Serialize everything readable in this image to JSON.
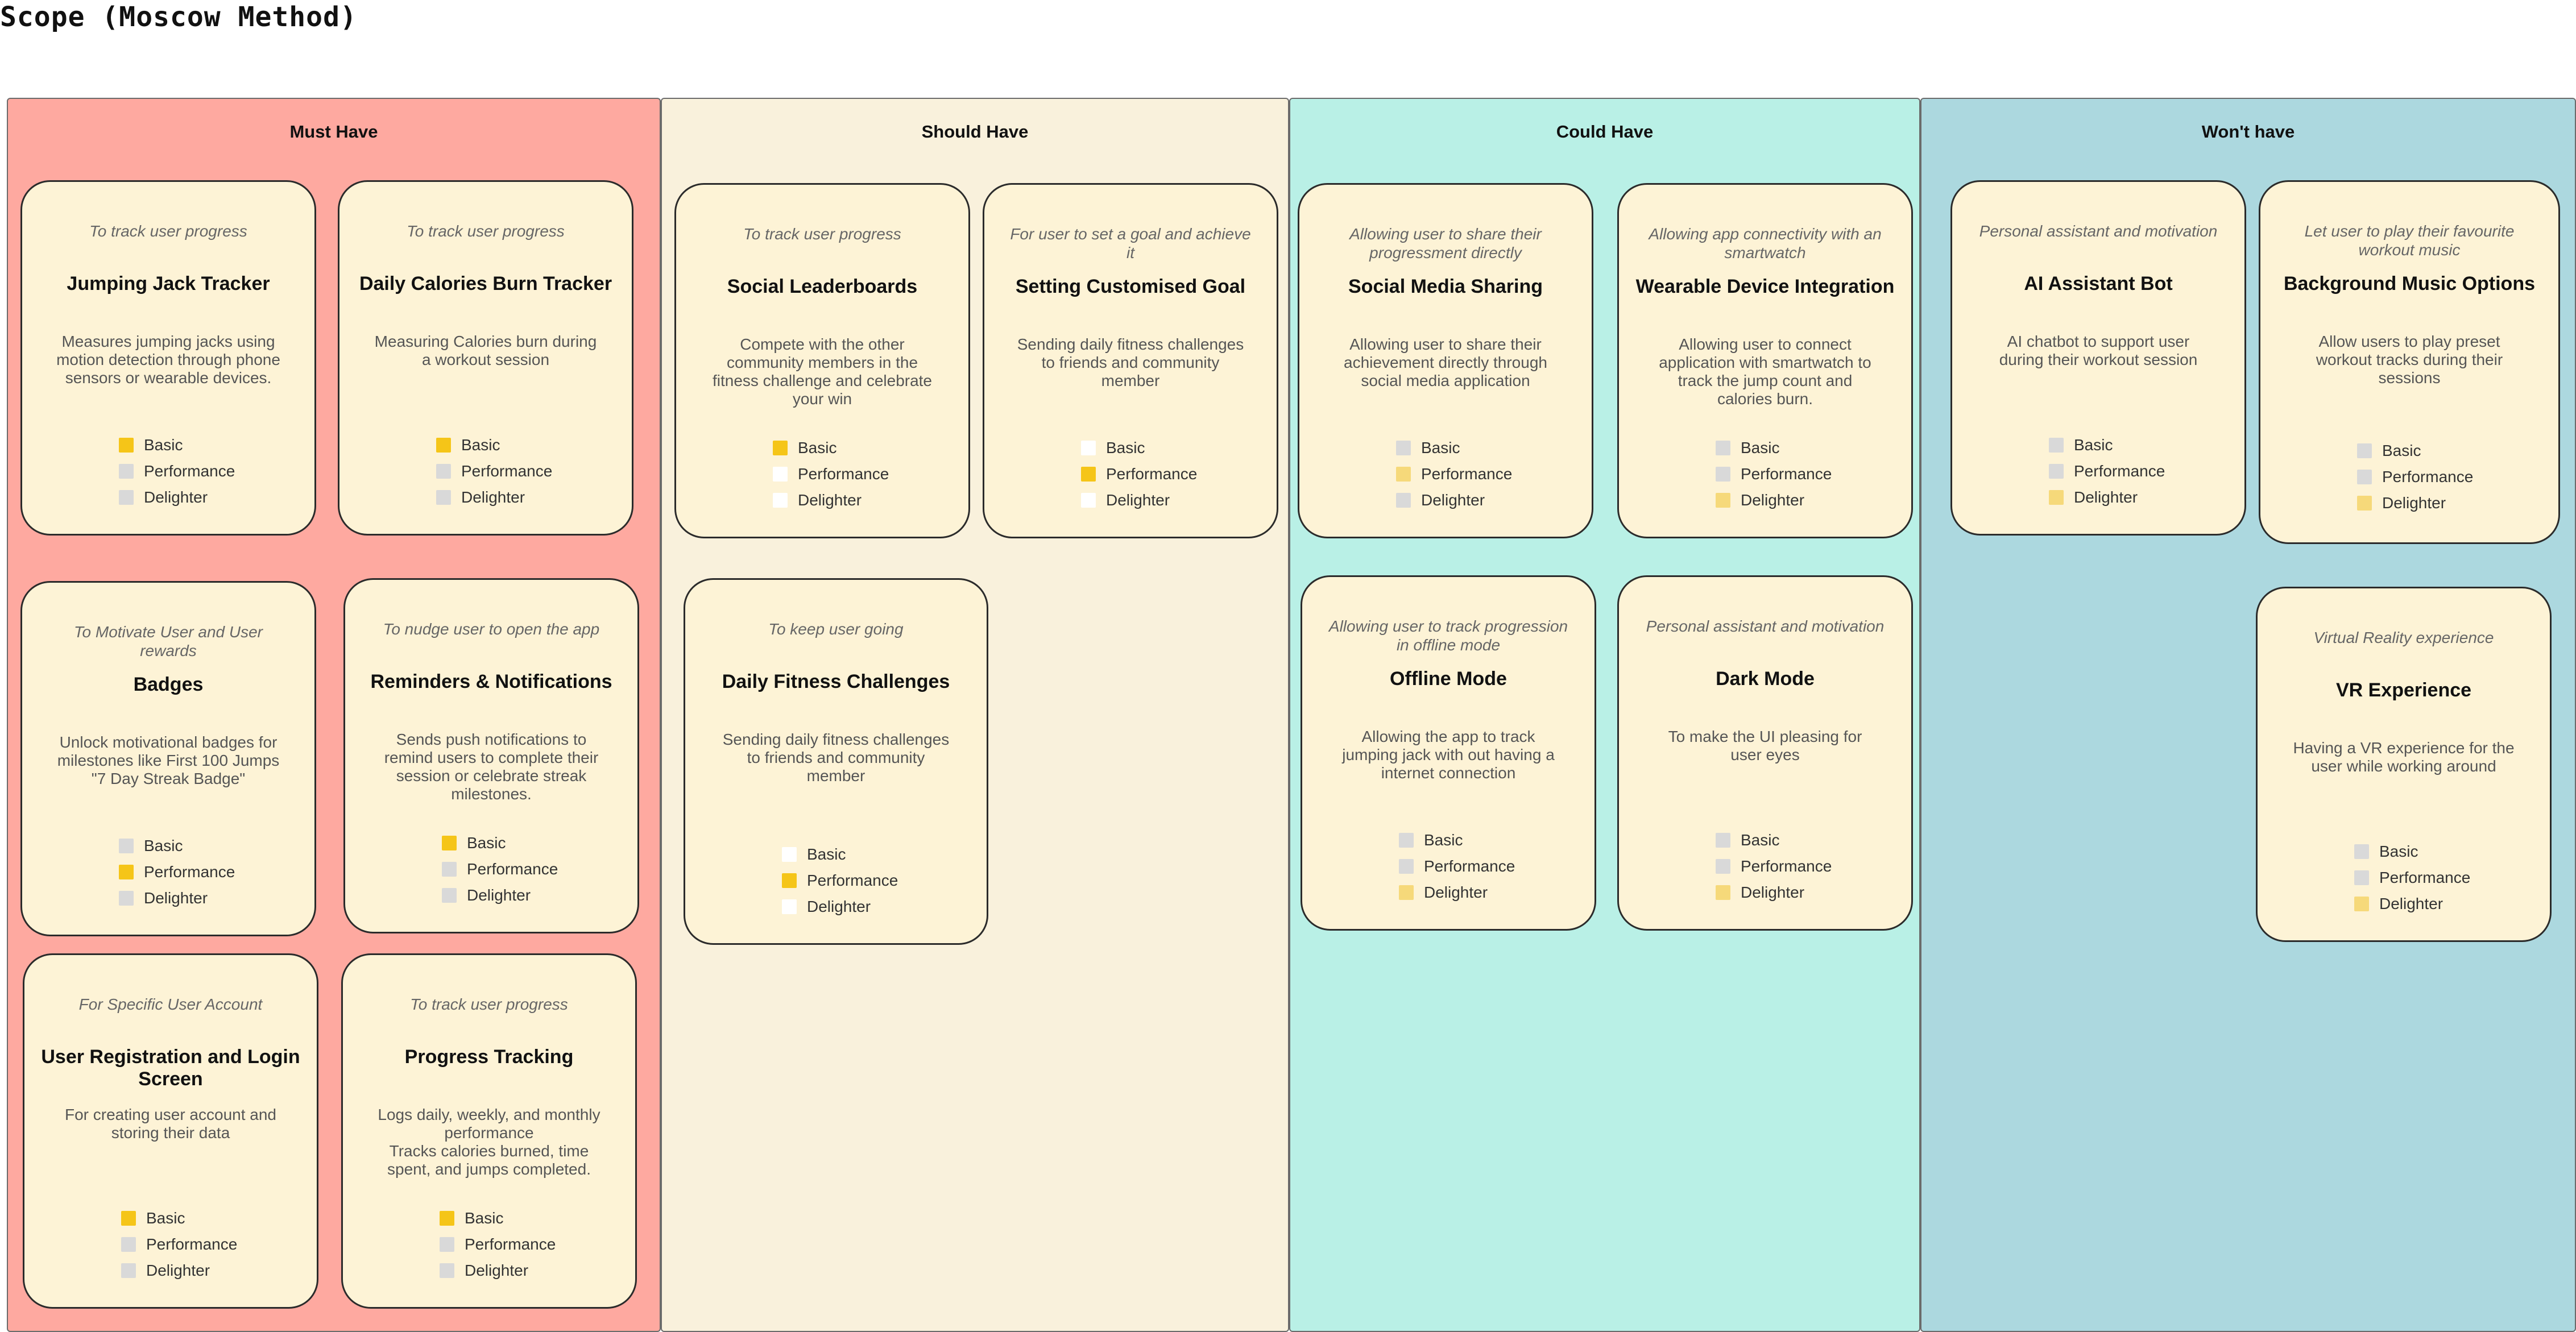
{
  "page_title": "Scope (Moscow Method)",
  "colors": {
    "must_bg": "#fea9a0",
    "should_bg": "#f9f1dc",
    "could_bg": "#b9f0e6",
    "wont_bg": "#acd8df",
    "card_bg": "#fdf3d6",
    "checked": "#f5c518",
    "checked_light": "#f6d97a",
    "unchecked": "#d9d9d9"
  },
  "columns": [
    {
      "title": "Must Have",
      "cards": [
        {
          "purpose": "To track user progress",
          "title": "Jumping Jack Tracker",
          "description": "Measures jumping jacks using motion detection through phone sensors or wearable devices.",
          "checks": [
            {
              "label": "Basic",
              "state": "yellow"
            },
            {
              "label": "Performance",
              "state": "gray"
            },
            {
              "label": "Delighter",
              "state": "gray"
            }
          ]
        },
        {
          "purpose": "To track user progress",
          "title": "Daily Calories Burn Tracker",
          "description": "Measuring Calories burn during a workout session",
          "checks": [
            {
              "label": "Basic",
              "state": "yellow"
            },
            {
              "label": "Performance",
              "state": "gray"
            },
            {
              "label": "Delighter",
              "state": "gray"
            }
          ]
        },
        {
          "purpose": "To Motivate User and User rewards",
          "title": "Badges",
          "description": "Unlock motivational badges for milestones like First 100 Jumps\n\"7 Day Streak Badge\"",
          "checks": [
            {
              "label": "Basic",
              "state": "gray"
            },
            {
              "label": "Performance",
              "state": "yellow"
            },
            {
              "label": "Delighter",
              "state": "gray"
            }
          ]
        },
        {
          "purpose": "To nudge user to open the app",
          "title": "Reminders & Notifications",
          "description": "Sends push notifications to remind users to complete their session or celebrate streak milestones.",
          "checks": [
            {
              "label": "Basic",
              "state": "yellow"
            },
            {
              "label": "Performance",
              "state": "gray"
            },
            {
              "label": "Delighter",
              "state": "gray"
            }
          ]
        },
        {
          "purpose": "For Specific User Account",
          "title": "User Registration and Login Screen",
          "description": "For creating user account and storing their data",
          "checks": [
            {
              "label": "Basic",
              "state": "yellow"
            },
            {
              "label": "Performance",
              "state": "gray"
            },
            {
              "label": "Delighter",
              "state": "gray"
            }
          ]
        },
        {
          "purpose": "To track user progress",
          "title": "Progress Tracking",
          "description": "Logs daily, weekly, and monthly performance\nTracks calories burned, time spent, and jumps completed.",
          "checks": [
            {
              "label": "Basic",
              "state": "yellow"
            },
            {
              "label": "Performance",
              "state": "gray"
            },
            {
              "label": "Delighter",
              "state": "gray"
            }
          ]
        }
      ]
    },
    {
      "title": "Should Have",
      "cards": [
        {
          "purpose": "To track user progress",
          "title": "Social Leaderboards",
          "description": "Compete with the other community members in the fitness challenge and celebrate your win",
          "checks": [
            {
              "label": "Basic",
              "state": "yellow"
            },
            {
              "label": "Performance",
              "state": "white"
            },
            {
              "label": "Delighter",
              "state": "white"
            }
          ]
        },
        {
          "purpose": "For user to set a goal and achieve it",
          "title": "Setting Customised Goal",
          "description": "Sending daily fitness challenges to friends and community member",
          "checks": [
            {
              "label": "Basic",
              "state": "white"
            },
            {
              "label": "Performance",
              "state": "yellow"
            },
            {
              "label": "Delighter",
              "state": "white"
            }
          ]
        },
        {
          "purpose": "To keep user going",
          "title": "Daily Fitness Challenges",
          "description": "Sending daily fitness challenges to friends and community member",
          "checks": [
            {
              "label": "Basic",
              "state": "white"
            },
            {
              "label": "Performance",
              "state": "yellow"
            },
            {
              "label": "Delighter",
              "state": "white"
            }
          ]
        }
      ]
    },
    {
      "title": "Could Have",
      "cards": [
        {
          "purpose": "Allowing user to share their progressment directly",
          "title": "Social Media Sharing",
          "description": "Allowing user to share their achievement directly through social media application",
          "checks": [
            {
              "label": "Basic",
              "state": "gray"
            },
            {
              "label": "Performance",
              "state": "lightyellow"
            },
            {
              "label": "Delighter",
              "state": "gray"
            }
          ]
        },
        {
          "purpose": "Allowing app connectivity with an smartwatch",
          "title": "Wearable Device Integration",
          "description": "Allowing user to connect application with smartwatch to track the jump count and calories burn.",
          "checks": [
            {
              "label": "Basic",
              "state": "gray"
            },
            {
              "label": "Performance",
              "state": "gray"
            },
            {
              "label": "Delighter",
              "state": "lightyellow"
            }
          ]
        },
        {
          "purpose": "Allowing user to track progression in offline mode",
          "title": "Offline Mode",
          "description": "Allowing the app to track jumping jack with out having a internet connection",
          "checks": [
            {
              "label": "Basic",
              "state": "gray"
            },
            {
              "label": "Performance",
              "state": "gray"
            },
            {
              "label": "Delighter",
              "state": "lightyellow"
            }
          ]
        },
        {
          "purpose": "Personal assistant and motivation",
          "title": "Dark Mode",
          "description": "To make the UI pleasing for user eyes",
          "checks": [
            {
              "label": "Basic",
              "state": "gray"
            },
            {
              "label": "Performance",
              "state": "gray"
            },
            {
              "label": "Delighter",
              "state": "lightyellow"
            }
          ]
        }
      ]
    },
    {
      "title": "Won't have",
      "cards": [
        {
          "purpose": "Personal assistant and motivation",
          "title": "AI Assistant Bot",
          "description": "AI chatbot to support user during their workout session",
          "checks": [
            {
              "label": "Basic",
              "state": "gray"
            },
            {
              "label": "Performance",
              "state": "gray"
            },
            {
              "label": "Delighter",
              "state": "lightyellow"
            }
          ]
        },
        {
          "purpose": "Let user to play their favourite workout music",
          "title": "Background Music Options",
          "description": "Allow users to play preset workout tracks during their sessions",
          "checks": [
            {
              "label": "Basic",
              "state": "gray"
            },
            {
              "label": "Performance",
              "state": "gray"
            },
            {
              "label": "Delighter",
              "state": "lightyellow"
            }
          ]
        },
        {
          "purpose": "Virtual Reality experience",
          "title": "VR Experience",
          "description": "Having a VR experience for the user while working around",
          "checks": [
            {
              "label": "Basic",
              "state": "gray"
            },
            {
              "label": "Performance",
              "state": "gray"
            },
            {
              "label": "Delighter",
              "state": "lightyellow"
            }
          ]
        }
      ]
    }
  ]
}
